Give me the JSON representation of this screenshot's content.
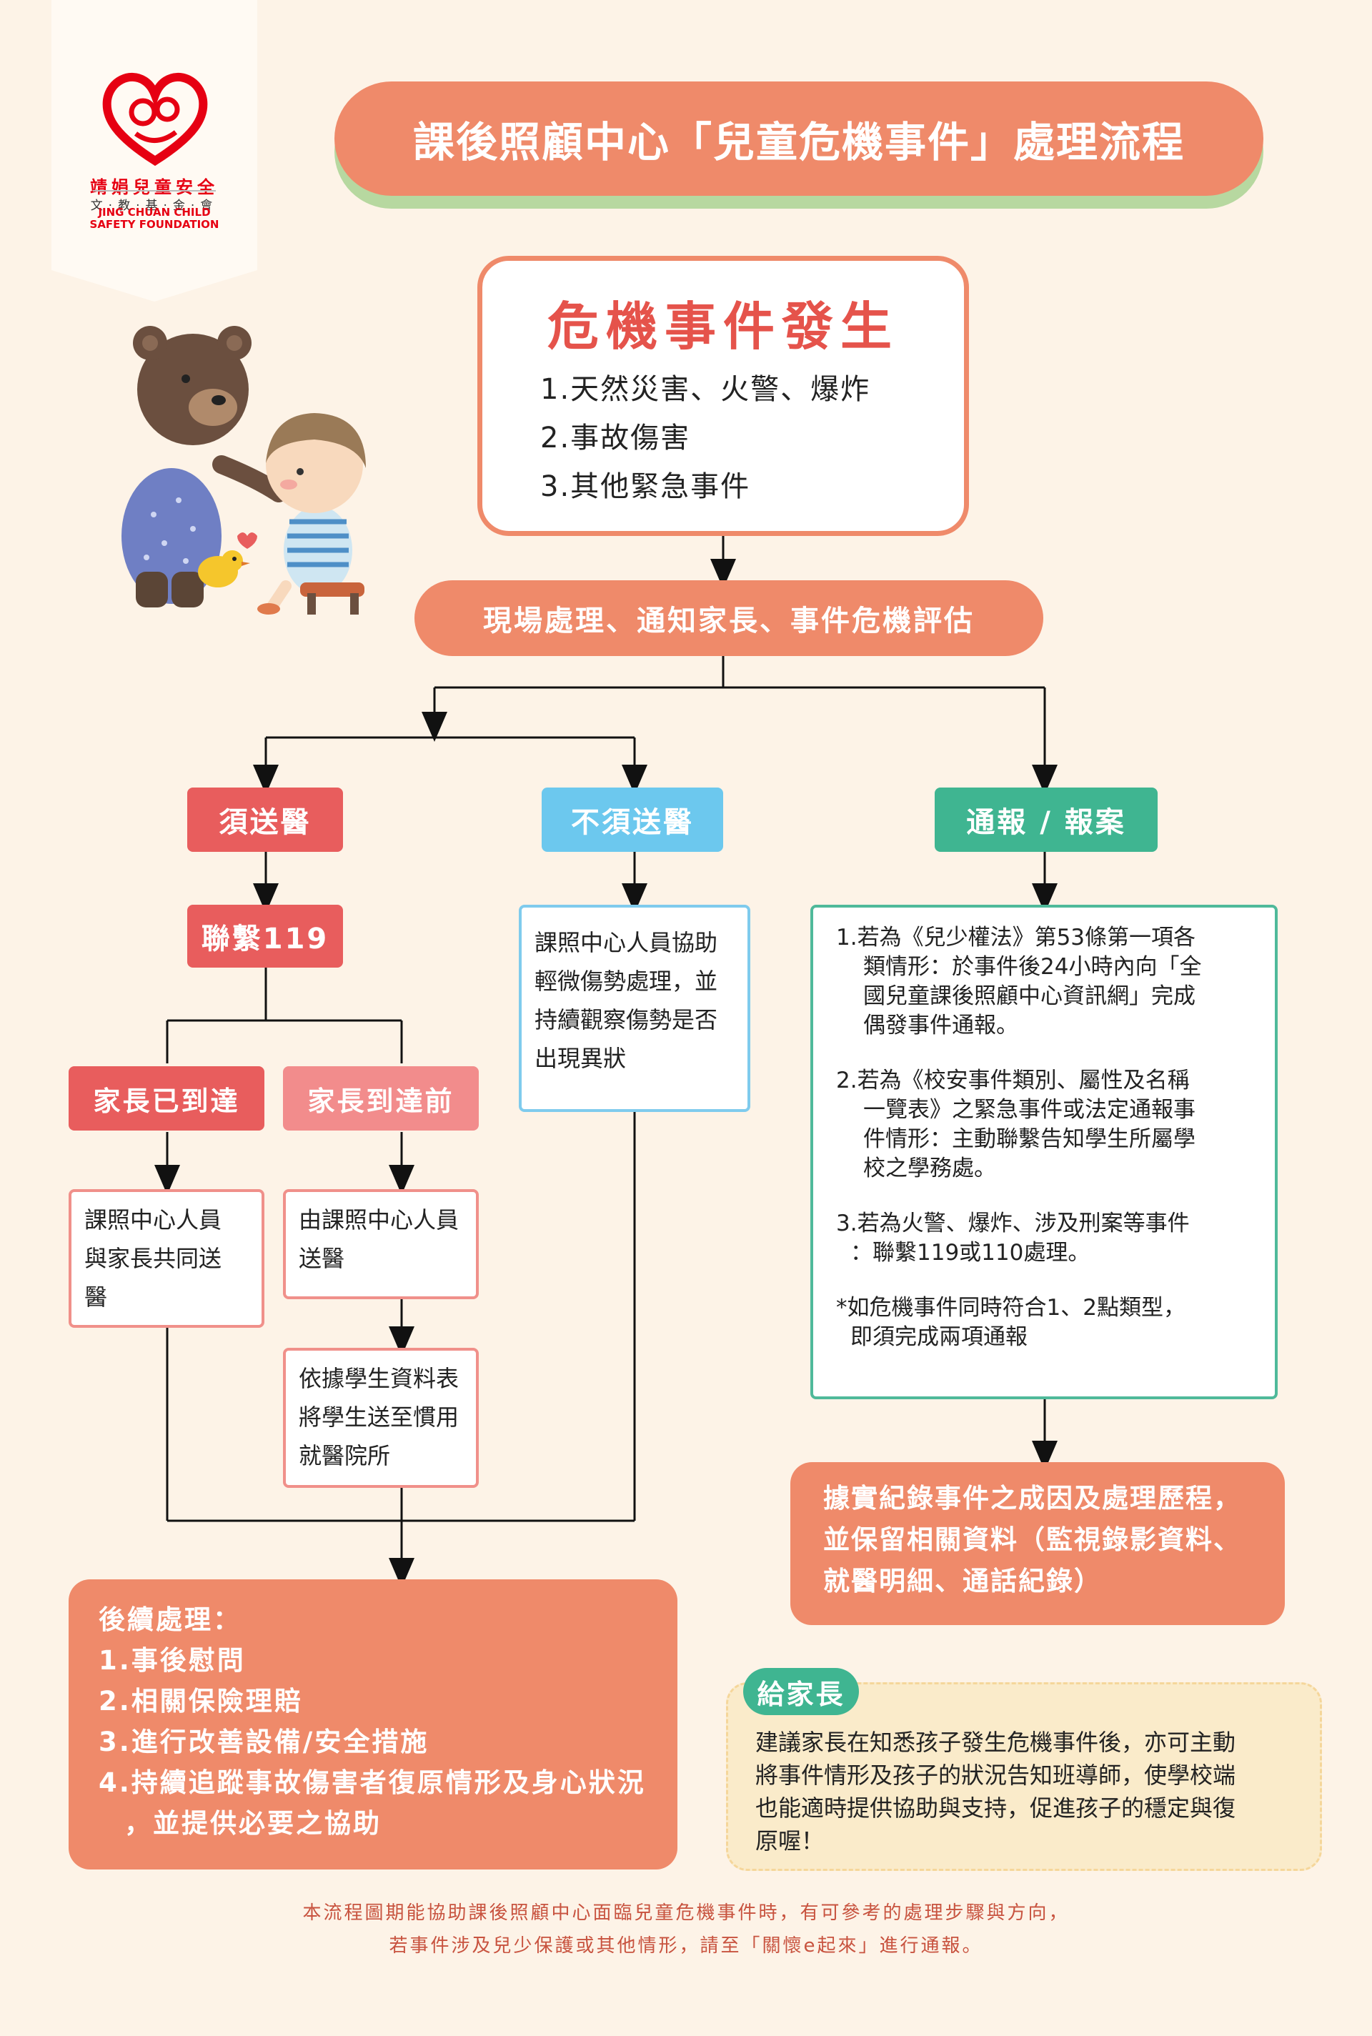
{
  "logo": {
    "name_zh": "靖娟兒童安全",
    "name_zh_2": "文‧教‧基‧金‧會",
    "name_en_1": "JING CHUAN CHILD",
    "name_en_2": "SAFETY FOUNDATION"
  },
  "title": "課後照顧中心「兒童危機事件」處理流程",
  "crisis": {
    "title": "危機事件發生",
    "items": [
      "1.天然災害、火警、爆炸",
      "2.事故傷害",
      "3.其他緊急事件"
    ]
  },
  "scene": "現場處理、通知家長、事件危機評估",
  "branches": {
    "hospital": {
      "label": "須送醫",
      "contact": "聯繫119",
      "parent_arrived": "家長已到達",
      "parent_before": "家長到達前",
      "arrived_action": [
        "課照中心人員",
        "與家長共同送",
        "醫"
      ],
      "before_action": [
        "由課照中心人員",
        "送醫"
      ],
      "before_action_2": [
        "依據學生資料表",
        "將學生送至慣用",
        "就醫院所"
      ]
    },
    "no_hospital": {
      "label": "不須送醫",
      "action": [
        "課照中心人員協助",
        "輕微傷勢處理，並",
        "持續觀察傷勢是否",
        "出現異狀"
      ]
    },
    "report": {
      "label": "通報 / 報案",
      "items": [
        [
          "1.若為《兒少權法》第53條第一項各",
          "類情形：於事件後24小時內向「全",
          "國兒童課後照顧中心資訊網」完成",
          "偶發事件通報。"
        ],
        [
          "2.若為《校安事件類別、屬性及名稱",
          "一覽表》之緊急事件或法定通報事",
          "件情形：主動聯繫告知學生所屬學",
          "校之學務處。"
        ],
        [
          "3.若為火警、爆炸、涉及刑案等事件",
          "：聯繫119或110處理。"
        ],
        [
          "*如危機事件同時符合1、2點類型，",
          "即須完成兩項通報"
        ]
      ],
      "record": [
        "據實紀錄事件之成因及處理歷程，",
        "並保留相關資料（監視錄影資料、",
        "就醫明細、通話紀錄）"
      ]
    }
  },
  "followup": {
    "title": "後續處理：",
    "items": [
      "1.事後慰問",
      "2.相關保險理賠",
      "3.進行改善設備/安全措施",
      "4.持續追蹤事故傷害者復原情形及身心狀況",
      "，並提供必要之協助"
    ]
  },
  "parents_tip": {
    "label": "給家長",
    "text": [
      "建議家長在知悉孩子發生危機事件後，亦可主動",
      "將事件情形及孩子的狀況告知班導師，使學校端",
      "也能適時提供協助與支持，促進孩子的穩定與復",
      "原喔！"
    ]
  },
  "footer": [
    "本流程圖期能協助課後照顧中心面臨兒童危機事件時，有可參考的處理步驟與方向，",
    "若事件涉及兒少保護或其他情形，請至「關懷e起來」進行通報。"
  ],
  "colors": {
    "background": "#fdf3e7",
    "coral": "#ef8a6a",
    "red": "#e85d5d",
    "blue": "#6cc8ee",
    "green": "#3fb591",
    "pink": "#f28c8c",
    "cream": "#faebca"
  }
}
